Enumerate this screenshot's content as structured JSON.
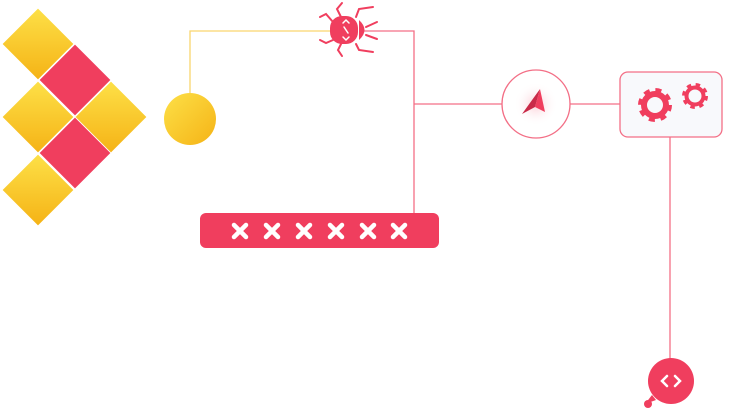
{
  "colors": {
    "accent_red": "#f03e5e",
    "accent_yellow": "#fcc419",
    "line_yellow": "#f9d56e",
    "line_red": "#f36f86",
    "panel_bg": "#f8f9fc"
  },
  "icons": {
    "logo": "diamond-grid-logo",
    "bug": "bug-icon",
    "navigation": "navigation-arrow-icon",
    "settings": "gears-icon",
    "code": "code-chat-icon",
    "password": "masked-password-field",
    "mask_count": 6
  }
}
